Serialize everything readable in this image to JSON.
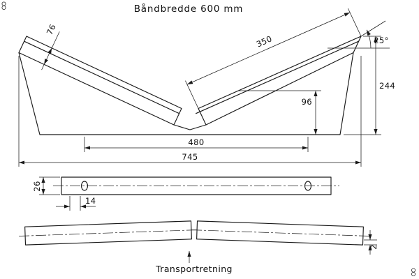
{
  "title": "Båndbredde 600 mm",
  "dims": {
    "roller_width": "76",
    "roller_face": "350",
    "trough_angle": "25°",
    "overall_height": "244",
    "center_height": "96",
    "hole_span": "480",
    "overall_width": "745",
    "bar_height": "26",
    "hole_offset": "14",
    "tilt": "2"
  },
  "labels": {
    "transport_direction": "Transportretning"
  },
  "colors": {
    "line": "#1a1a1a",
    "background": "#ffffff"
  }
}
